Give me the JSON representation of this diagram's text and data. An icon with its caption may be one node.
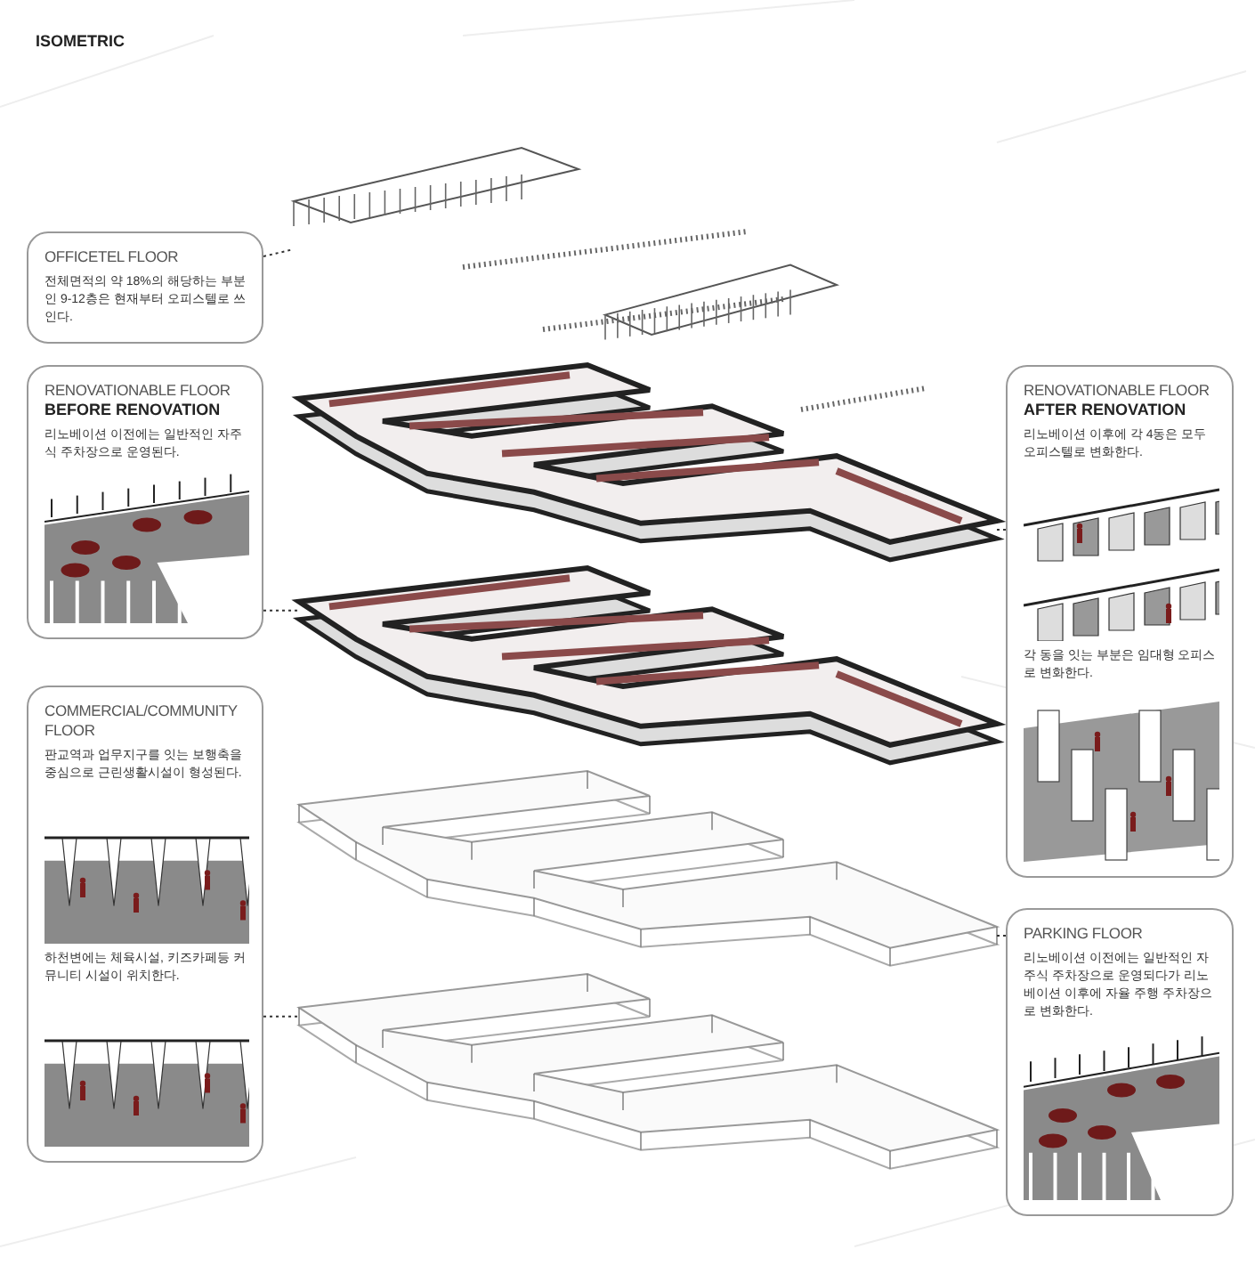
{
  "diagram": {
    "title": "ISOMETRIC",
    "nodes": [
      {
        "text": [
          "OFFICETEL FLOOR",
          "전체면적의 약 18%의 해당하는 부분인 9-12층은 현재부터 오피스텔로 쓰인다."
        ]
      },
      {
        "text": [
          "RENOVATIONABLE FLOOR",
          "BEFORE RENOVATION",
          "리노베이션 이전에는 일반적인 자주식 주차장으로 운영된다."
        ]
      },
      {
        "text": [
          "RENOVATIONABLE FLOOR",
          "AFTER RENOVATION",
          "리노베이션 이후에 각 4동은 모두 오피스텔로 변화한다.",
          "각 동을 잇는 부분은 임대형 오피스로 변화한다."
        ]
      },
      {
        "text": [
          "COMMERCIAL/COMMUNITY FLOOR",
          "판교역과 업무지구를 잇는 보행축을 중심으로 근린생활시설이 형성된다.",
          "하천변에는 체육시설, 키즈카페등 커뮤니티 시설이 위치한다."
        ]
      },
      {
        "text": [
          "PARKING FLOOR",
          "리노베이션 이전에는 일반적인 자주식 주차장으로 운영되다가 리노베이션 이후에 자율 주행 주차장으로 변화한다."
        ]
      },
      {
        "text": [],
        "shape": "picture"
      },
      {
        "text": [],
        "shape": "picture"
      },
      {
        "text": [],
        "shape": "picture"
      },
      {
        "text": [],
        "shape": "picture"
      },
      {
        "text": [],
        "shape": "picture"
      }
    ],
    "edges": [
      {
        "from": 0,
        "to": 5,
        "arrow": "none",
        "style": "dashed"
      },
      {
        "from": 1,
        "to": 7,
        "arrow": "none",
        "style": "dashed"
      },
      {
        "from": 2,
        "to": 6,
        "arrow": "none",
        "style": "dashed"
      },
      {
        "from": 3,
        "to": 9,
        "arrow": "none",
        "style": "dashed"
      },
      {
        "from": 4,
        "to": 8,
        "arrow": "none",
        "style": "dashed"
      }
    ]
  }
}
